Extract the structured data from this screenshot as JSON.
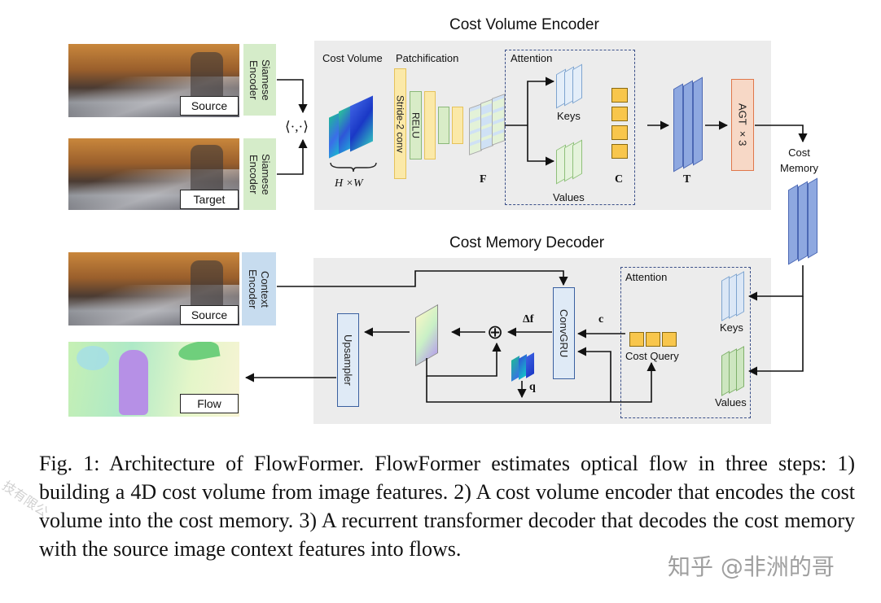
{
  "figure": {
    "encoder_title": "Cost Volume Encoder",
    "decoder_title": "Cost Memory Decoder",
    "inputs": {
      "source_label": "Source",
      "target_label": "Target",
      "siamese_encoder_label": "Siamese\nEncoder",
      "context_encoder_label": "Context\nEncoder"
    },
    "correlation_symbol": "⟨·,·⟩",
    "encoder": {
      "cost_volume_label": "Cost Volume",
      "patchification_label": "Patchification",
      "hw_label": "H ×W",
      "stride_conv_label": "Stride-2 conv",
      "relu_label": "RELU",
      "f_label": "F",
      "attention_label": "Attention",
      "keys_label": "Keys",
      "values_label": "Values",
      "c_label": "C",
      "t_label": "T",
      "agt_label": "AGT ×3",
      "cost_memory_label": "Cost\nMemory"
    },
    "decoder": {
      "attention_label": "Attention",
      "keys_label": "Keys",
      "values_label": "Values",
      "cost_query_label": "Cost Query",
      "convgru_label": "ConvGRU",
      "upsampler_label": "Upsampler",
      "delta_f_label": "Δf",
      "c_label": "c",
      "q_label": "q",
      "plus_symbol": "⊕",
      "flow_label": "Flow"
    },
    "caption": "Fig. 1: Architecture of FlowFormer. FlowFormer estimates optical flow in three steps: 1) building a 4D cost volume from image features. 2) A cost volume encoder that encodes the cost volume into the cost memory. 3) A recurrent transformer decoder that decodes the cost memory with the source image context features into flows.",
    "watermark_main": "知乎 @非洲的哥",
    "watermark_side": "技有限公"
  },
  "colors": {
    "panel_bg": "#ececec",
    "siamese_green": "#d5ecc9",
    "context_blue": "#c7dcef",
    "stride_yellow": "#fbe9a8",
    "relu_green": "#d8ecc7",
    "c_token": "#f8c64c",
    "t_blue": "#8ea8e0",
    "agt_orange": "#f7d8c6",
    "convgru_blue": "#dfeaf6",
    "attention_border": "#3a4f88"
  }
}
